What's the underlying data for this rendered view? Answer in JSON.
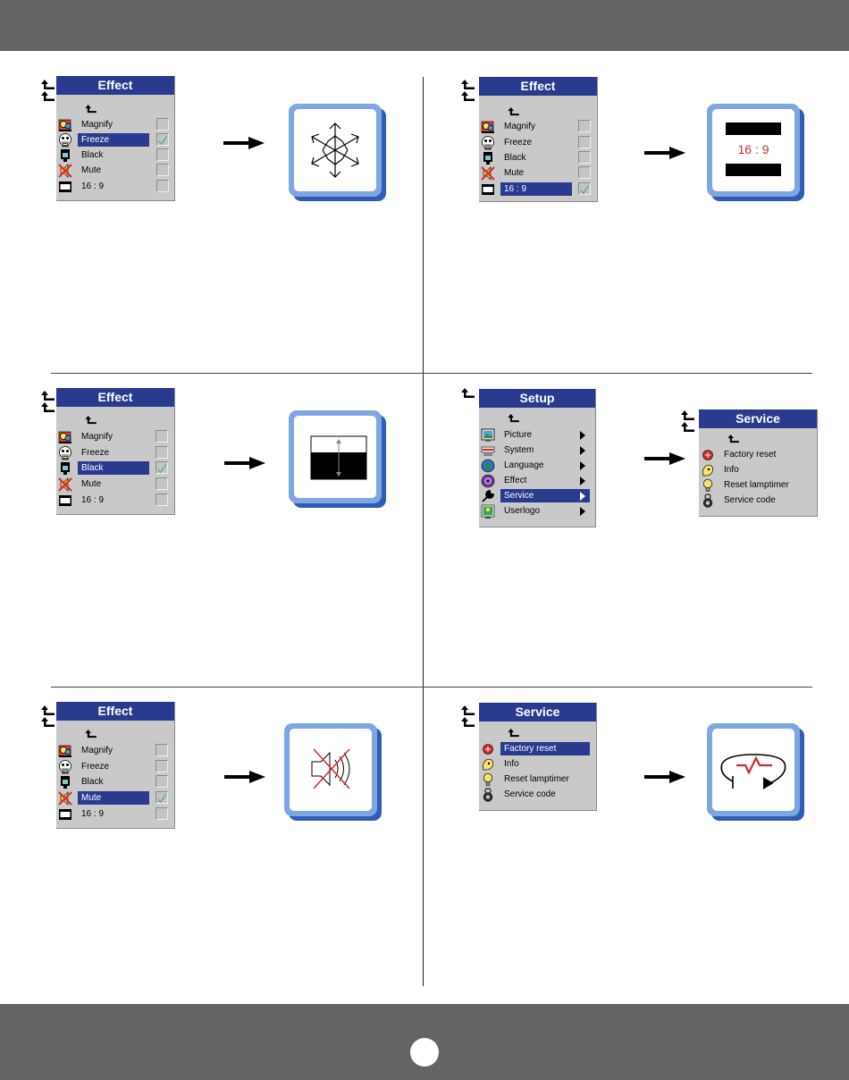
{
  "effect_menu": {
    "title": "Effect",
    "items": [
      "Magnify",
      "Freeze",
      "Black",
      "Mute",
      "16 : 9"
    ]
  },
  "setup_menu": {
    "title": "Setup",
    "items": [
      "Picture",
      "System",
      "Language",
      "Effect",
      "Service",
      "Userlogo"
    ]
  },
  "service_menu": {
    "title": "Service",
    "items": [
      "Factory reset",
      "Info",
      "Reset lamptimer",
      "Service code"
    ]
  },
  "aspect_display_text": "16 : 9",
  "colors": {
    "bar": "#646464",
    "menu_title": "#2a3b8f",
    "menu_bg": "#c9c9c9",
    "frame": "#6f9ad8",
    "check": "#3fae7a",
    "red": "#d42a2a"
  }
}
